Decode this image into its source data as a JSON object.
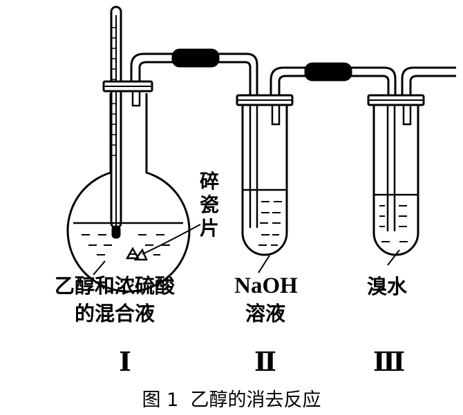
{
  "labels": {
    "chips_1": "碎",
    "chips_2": "瓷",
    "chips_3": "片",
    "mixture_line1": "乙醇和浓硫酸",
    "mixture_line2": "的混合液",
    "naoh_line1": "NaOH",
    "naoh_line2": "溶液",
    "bromine_water": "溴水"
  },
  "numerals": {
    "one": "Ⅰ",
    "two": "Ⅱ",
    "three": "Ⅲ"
  },
  "caption": "图 1  乙醇的消去反应"
}
